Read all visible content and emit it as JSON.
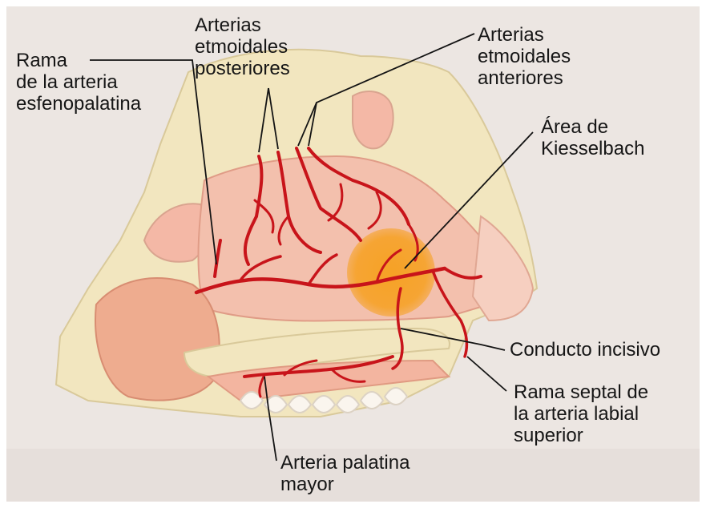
{
  "colors": {
    "page_background": "#ffffff",
    "paper": "#eee8e4",
    "bone": "#f2e6bf",
    "mucosa": "#f4b8a6",
    "artery": "#c8141a",
    "kiesselbach_area": "#f6a01e",
    "label_text": "#161616"
  },
  "labels": {
    "rama_esfenopalatina": [
      "Rama",
      "de la arteria",
      "esfenopalatina"
    ],
    "etmoidales_posteriores": [
      "Arterias",
      "etmoidales",
      "posteriores"
    ],
    "etmoidales_anteriores": [
      "Arterias",
      "etmoidales",
      "anteriores"
    ],
    "area_kiesselbach": [
      "Área de",
      "Kiesselbach"
    ],
    "conducto_incisivo": [
      "Conducto incisivo"
    ],
    "rama_septal_labial": [
      "Rama septal de",
      "la arteria labial",
      "superior"
    ],
    "arteria_palatina_mayor": [
      "Arteria palatina",
      "mayor"
    ]
  }
}
